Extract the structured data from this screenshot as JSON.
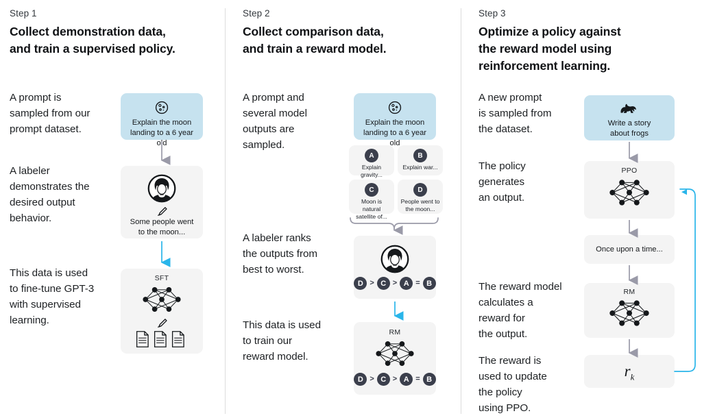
{
  "colors": {
    "prompt_blue": "#c6e2ef",
    "card_grey": "#f4f4f4",
    "arrow_grey": "#9a9aa8",
    "arrow_blue": "#29b5ea",
    "badge_dark": "#3b3f4c",
    "divider": "#dcdcdc"
  },
  "steps": [
    {
      "label": "Step 1",
      "title": "Collect demonstration data,\nand train a supervised policy.",
      "paragraphs": [
        "A prompt is\nsampled from our\nprompt dataset.",
        "A labeler\ndemonstrates the\ndesired output\nbehavior.",
        "This data is used\nto fine-tune GPT-3\nwith supervised\nlearning."
      ],
      "cards": {
        "prompt": {
          "icon": "moon-icon",
          "caption": "Explain the moon\nlanding to a 6 year old"
        },
        "demonstration": {
          "icon": "labeler-avatar-icon",
          "pencil_icon": "pencil-icon",
          "caption": "Some people went\nto the moon..."
        },
        "sft": {
          "title": "SFT",
          "network_icon": "neural-network-icon",
          "pencil_icon": "pencil-icon",
          "documents_icon": "documents-icon"
        }
      }
    },
    {
      "label": "Step 2",
      "title": "Collect comparison data,\nand train a reward model.",
      "paragraphs": [
        "A prompt and\nseveral model\noutputs are\nsampled.",
        "A labeler ranks\nthe outputs from\nbest to worst.",
        "This data is used\nto train our\nreward model."
      ],
      "cards": {
        "prompt": {
          "icon": "moon-icon",
          "caption": "Explain the moon\nlanding to a 6 year old"
        },
        "outputs": [
          {
            "badge": "A",
            "caption": "Explain gravity..."
          },
          {
            "badge": "B",
            "caption": "Explain war..."
          },
          {
            "badge": "C",
            "caption": "Moon is natural\nsatellite of..."
          },
          {
            "badge": "D",
            "caption": "People went to\nthe moon..."
          }
        ],
        "ranking": {
          "icon": "labeler-avatar-icon",
          "order": [
            "D",
            ">",
            "C",
            ">",
            "A",
            "=",
            "B"
          ]
        },
        "rm": {
          "title": "RM",
          "network_icon": "neural-network-icon",
          "order": [
            "D",
            ">",
            "C",
            ">",
            "A",
            "=",
            "B"
          ]
        }
      }
    },
    {
      "label": "Step 3",
      "title": "Optimize a policy against\nthe reward model using\nreinforcement learning.",
      "paragraphs": [
        "A new prompt\nis sampled from\nthe dataset.",
        "The policy\ngenerates\nan output.",
        "The reward model\ncalculates a\nreward for\nthe output.",
        "The reward is\nused to update\nthe policy\nusing PPO."
      ],
      "cards": {
        "prompt": {
          "icon": "frog-icon",
          "caption": "Write a story\nabout frogs"
        },
        "ppo": {
          "title": "PPO",
          "network_icon": "neural-network-icon"
        },
        "output": {
          "caption": "Once upon a time..."
        },
        "rm": {
          "title": "RM",
          "network_icon": "neural-network-icon"
        },
        "reward": {
          "symbol": "r",
          "subscript": "k"
        }
      }
    }
  ]
}
